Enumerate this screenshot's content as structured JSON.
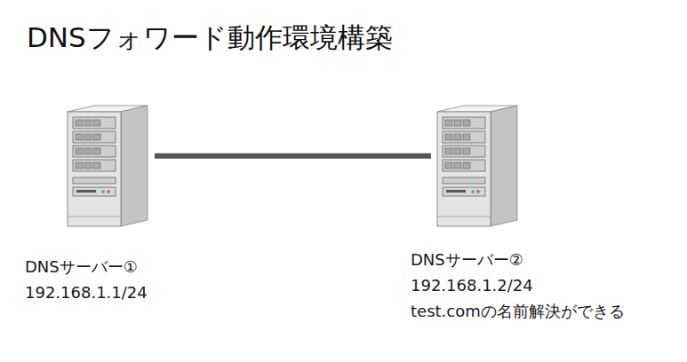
{
  "diagram": {
    "title": "DNSフォワード動作環境構築",
    "nodes": [
      {
        "text": [
          "DNSサーバー①",
          "192.168.1.1/24"
        ]
      },
      {
        "text": [
          "DNSサーバー②",
          "192.168.1.2/24",
          "test.comの名前解決ができる"
        ]
      }
    ],
    "edges": [
      {
        "from": 0,
        "to": 1,
        "arrow": "none"
      }
    ]
  }
}
